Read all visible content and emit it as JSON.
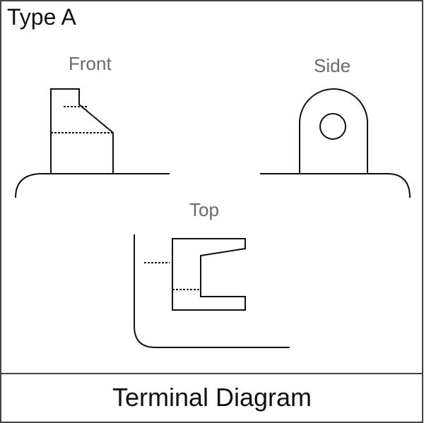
{
  "header": {
    "type_label": "Type A"
  },
  "views": {
    "front": {
      "label": "Front"
    },
    "side": {
      "label": "Side"
    },
    "top": {
      "label": "Top"
    }
  },
  "footer": {
    "title": "Terminal Diagram"
  },
  "colors": {
    "line": "#111111",
    "view_label": "#6a6a6a",
    "border": "#444444"
  }
}
